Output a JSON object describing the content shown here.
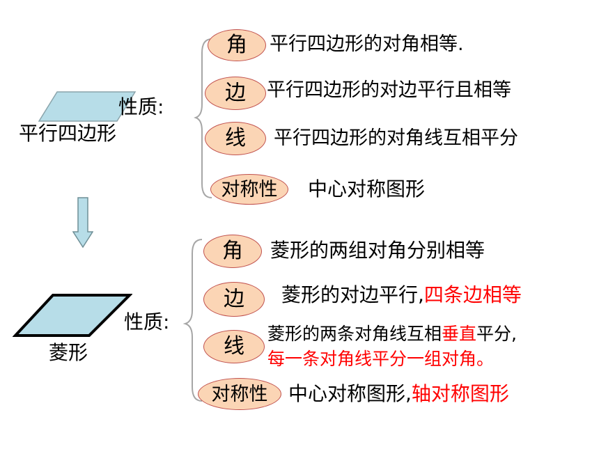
{
  "parallelogram": {
    "label": "平行四边形",
    "props_label": "性质:",
    "props": [
      {
        "tag": "角",
        "text": "平行四边形的对角相等."
      },
      {
        "tag": "边",
        "text": "平行四边形的对边平行且相等"
      },
      {
        "tag": "线",
        "text": "平行四边形的对角线互相平分"
      },
      {
        "tag": "对称性",
        "text": "中心对称图形"
      }
    ]
  },
  "rhombus": {
    "label": "菱形",
    "props_label": "性质:",
    "angle": {
      "tag": "角",
      "text": "菱形的两组对角分别相等"
    },
    "side": {
      "tag": "边",
      "text": "菱形的对边平行,",
      "highlight": "四条边相等"
    },
    "line": {
      "tag": "线",
      "text_a": "菱形的两条对角线互相",
      "highlight_a": "垂直",
      "text_b": "平分,",
      "line2": "每一条对角线平分一组对角。"
    },
    "symmetry": {
      "tag": "对称性",
      "text": "中心对称图形,",
      "highlight": "轴对称图形"
    }
  },
  "colors": {
    "shape_fill": "#b7dde8",
    "oval_fill": "#fbd5b5",
    "oval_border": "#c0504d",
    "brace": "#a6a6a6",
    "highlight": "#ff0000"
  },
  "icons": [
    "down-arrow-icon"
  ]
}
